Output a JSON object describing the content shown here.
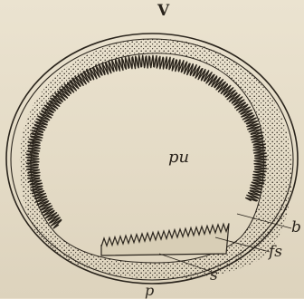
{
  "figure": {
    "labels": {
      "v": "V",
      "pu": "pu",
      "b": "b",
      "fs": "fs",
      "s": "s",
      "p": "p"
    }
  },
  "colors": {
    "paper": "#e6ddc9",
    "ink": "#2a241c"
  }
}
